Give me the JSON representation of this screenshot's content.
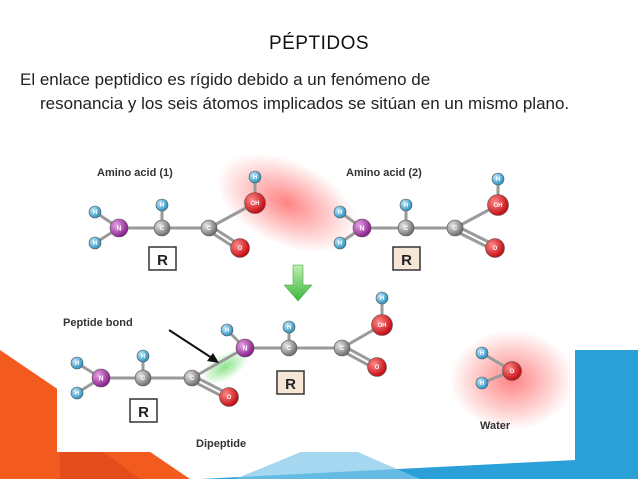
{
  "slide": {
    "title": "PÉPTIDOS",
    "body_line1": "El enlace peptidico es rígido  debido a un fenómeno de",
    "body_rest": "resonancia y los seis átomos implicados se sitúan en un mismo plano."
  },
  "figure": {
    "amino1_label": "Amino acid (1)",
    "amino2_label": "Amino acid (2)",
    "peptide_bond_label": "Peptide bond",
    "dipeptide_label": "Dipeptide",
    "water_label": "Water",
    "atom_h": "H",
    "atom_n": "N",
    "atom_c": "C",
    "atom_o": "O",
    "atom_oh": "OH",
    "r_group": "R"
  },
  "colors": {
    "orange_accent": "#f25a1e",
    "blue_accent": "#2a9fd8",
    "hydrogen": "#2f94c4",
    "nitrogen": "#9a2a9c",
    "carbon": "#8a8a8a",
    "oxygen": "#d8161b",
    "r_box_fill": "#f5e6d6"
  }
}
